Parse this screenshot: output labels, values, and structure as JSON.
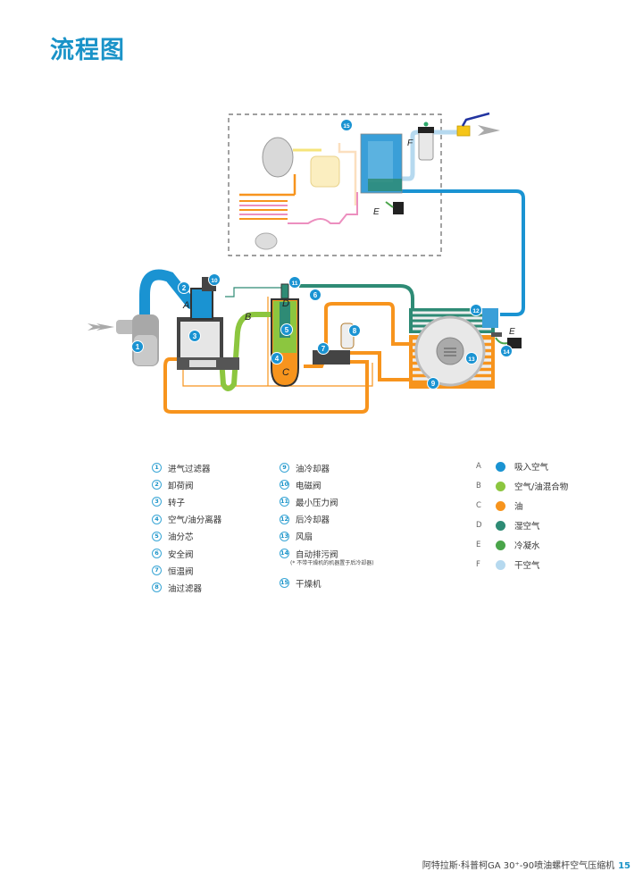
{
  "page": {
    "title": "流程图",
    "footer_text": "阿特拉斯·科普柯GA 30⁺-90喷油螺杆空气压缩机",
    "page_number": "15"
  },
  "diagram": {
    "labels": {
      "A": "A",
      "B": "B",
      "C": "C",
      "D": "D",
      "E": "E",
      "F": "F"
    },
    "badges": [
      "1",
      "2",
      "3",
      "4",
      "5",
      "6",
      "7",
      "8",
      "9",
      "10",
      "11",
      "12",
      "13",
      "14",
      "15"
    ],
    "colors": {
      "intake_air": "#1a93d2",
      "air_oil_mix": "#8cc63f",
      "oil": "#f7941d",
      "wet_air": "#2e8b75",
      "condensate": "#4aa54a",
      "dry_air": "#b6d9ef",
      "badge": "#1a93d2",
      "refrigerant_hot": "#f7941d",
      "refrigerant_cold": "#ec8fbf",
      "refrigerant_yellow": "#f6e47a"
    }
  },
  "components": {
    "left": [
      {
        "num": "1",
        "label": "进气过滤器"
      },
      {
        "num": "2",
        "label": "卸荷阀"
      },
      {
        "num": "3",
        "label": "转子"
      },
      {
        "num": "4",
        "label": "空气/油分离器"
      },
      {
        "num": "5",
        "label": "油分芯"
      },
      {
        "num": "6",
        "label": "安全阀"
      },
      {
        "num": "7",
        "label": "恒温阀"
      },
      {
        "num": "8",
        "label": "油过滤器"
      }
    ],
    "right": [
      {
        "num": "9",
        "label": "油冷却器"
      },
      {
        "num": "10",
        "label": "电磁阀"
      },
      {
        "num": "11",
        "label": "最小压力阀"
      },
      {
        "num": "12",
        "label": "后冷却器"
      },
      {
        "num": "13",
        "label": "风扇"
      },
      {
        "num": "14",
        "label": "自动排污阀"
      }
    ],
    "note": "(* 不带干燥机的机器置于后冷却器)",
    "last": {
      "num": "15",
      "label": "干燥机"
    }
  },
  "flows": [
    {
      "letter": "A",
      "label": "吸入空气",
      "color": "#1a93d2"
    },
    {
      "letter": "B",
      "label": "空气/油混合物",
      "color": "#8cc63f"
    },
    {
      "letter": "C",
      "label": "油",
      "color": "#f7941d"
    },
    {
      "letter": "D",
      "label": "湿空气",
      "color": "#2e8b75"
    },
    {
      "letter": "E",
      "label": "冷凝水",
      "color": "#4aa54a"
    },
    {
      "letter": "F",
      "label": "干空气",
      "color": "#b6d9ef"
    }
  ]
}
